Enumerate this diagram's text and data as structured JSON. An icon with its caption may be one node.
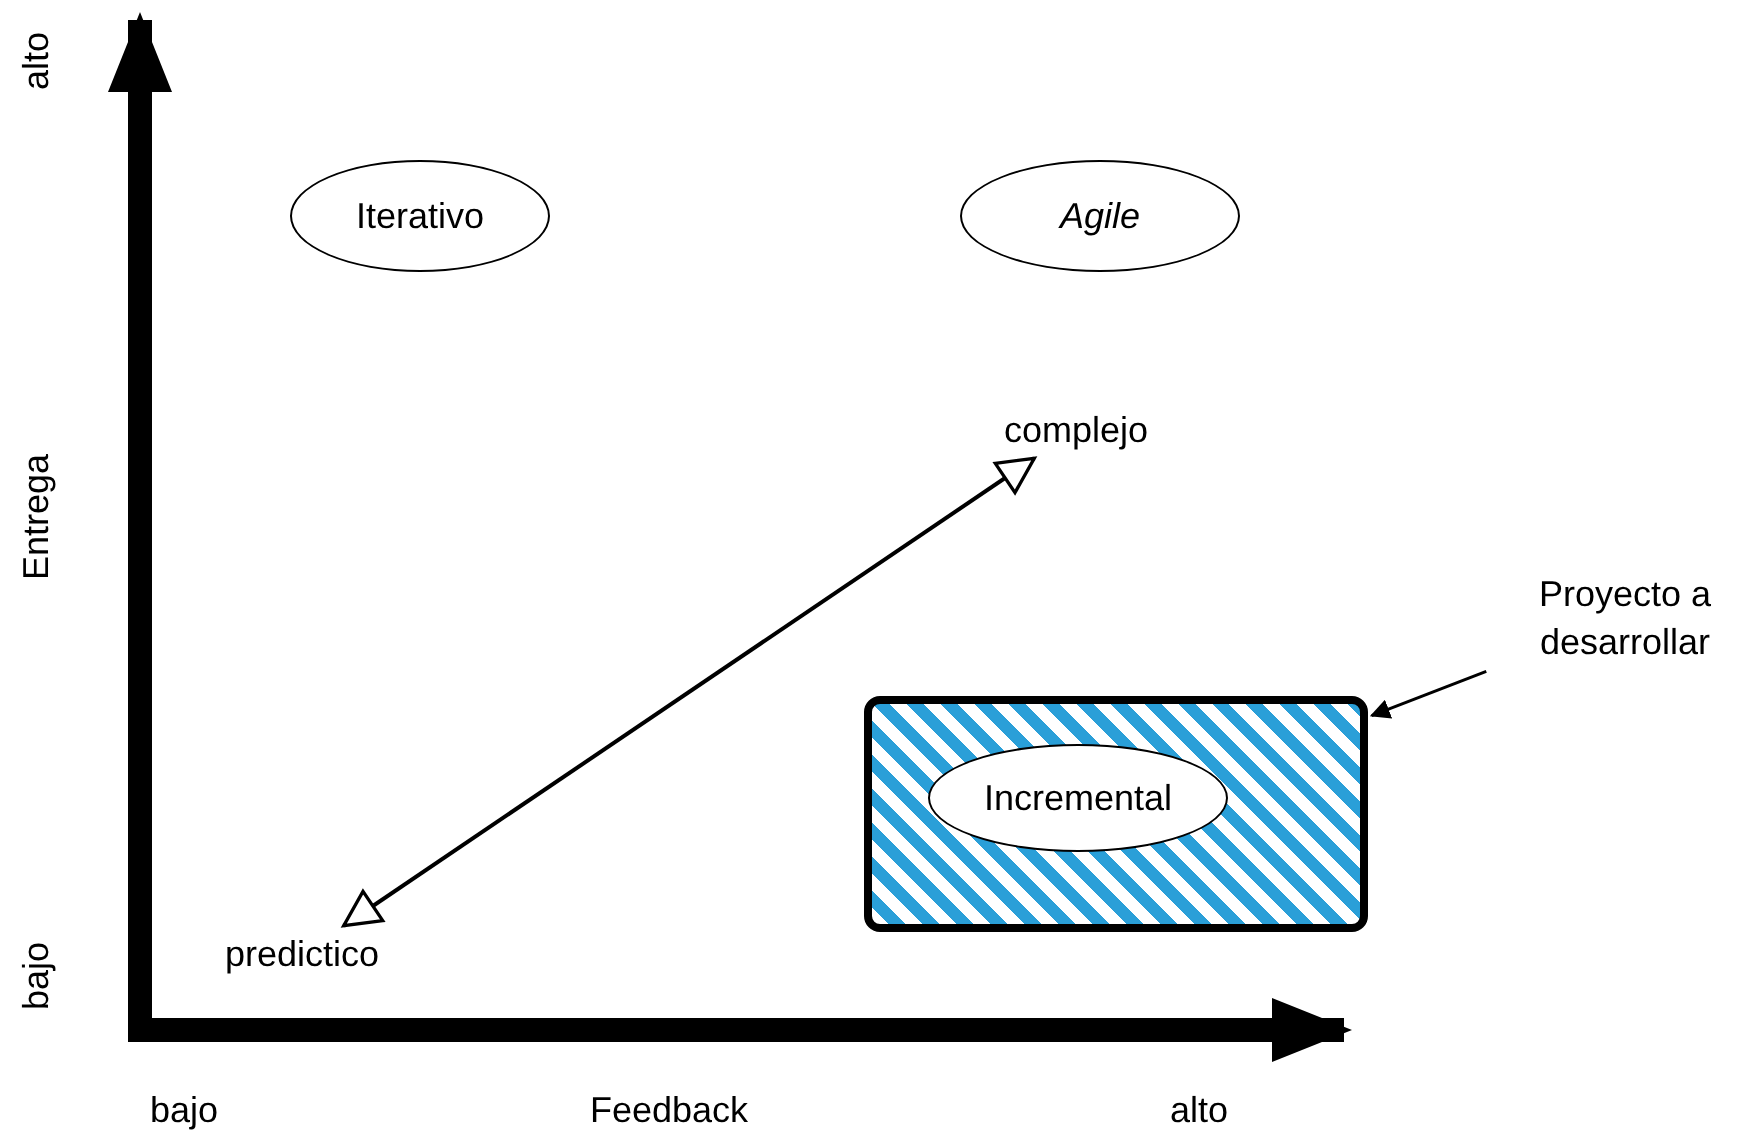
{
  "diagram": {
    "nodes": [
      {
        "text": [
          "Iterativo"
        ]
      },
      {
        "text": [
          "Agile"
        ]
      },
      {
        "text": [
          "complejo"
        ]
      },
      {
        "text": [
          "predictico"
        ]
      },
      {
        "text": [],
        "shape": "box"
      },
      {
        "text": [
          "Incremental"
        ],
        "in": 4
      },
      {
        "text": [
          "Proyecto a desarrollar"
        ]
      }
    ],
    "edges": [
      {
        "from": 3,
        "to": 2,
        "arrow": "both"
      },
      {
        "from": 6,
        "to": 4,
        "arrow": "to"
      }
    ],
    "labels": [
      "alto",
      "Entrega",
      "bajo",
      "bajo",
      "Feedback",
      "alto"
    ]
  }
}
